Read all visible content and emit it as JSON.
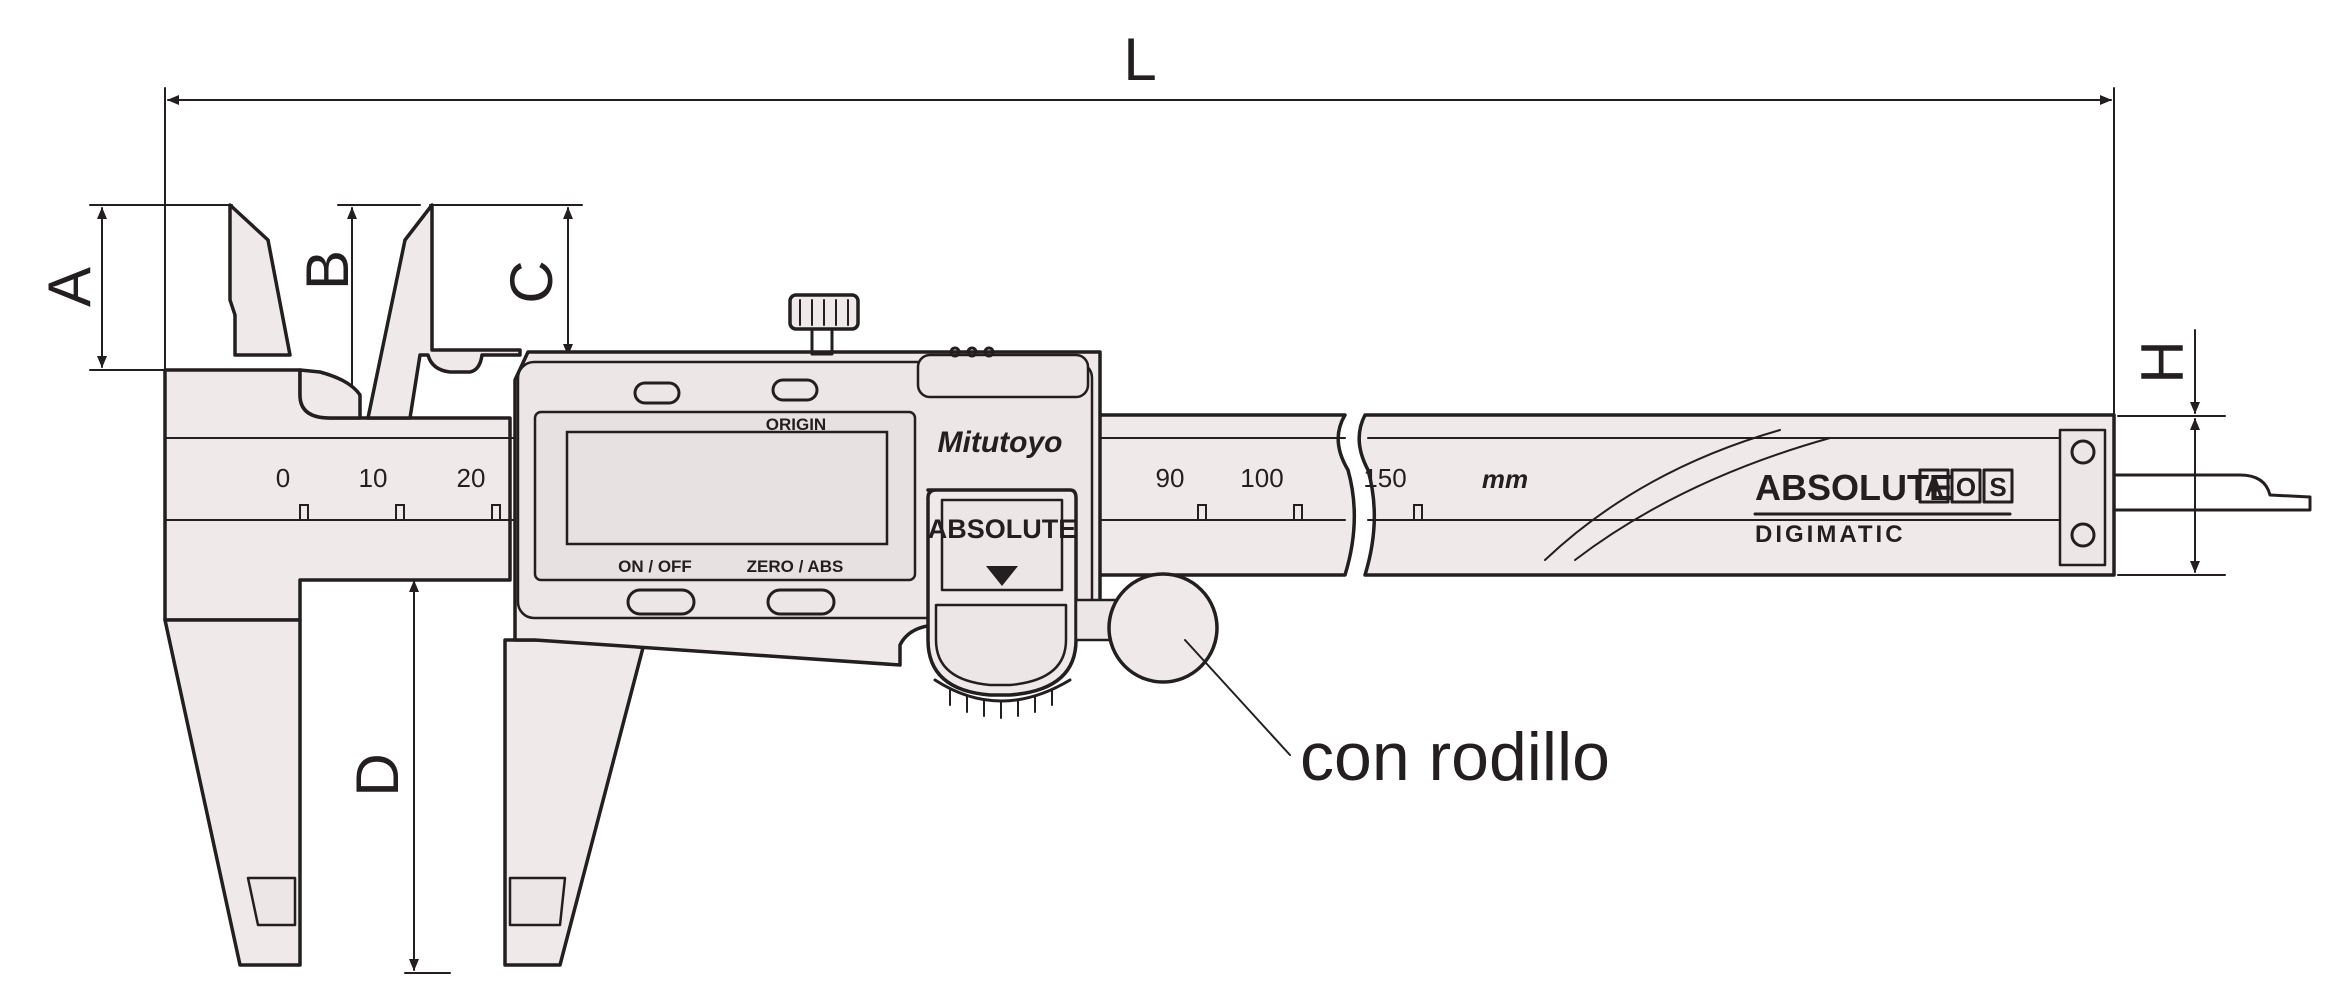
{
  "dimensions": {
    "length": "L",
    "jaw_depth_outside": "A",
    "jaw_depth_inside": "B",
    "depth_head": "C",
    "outside_jaw_length": "D",
    "beam_thickness": "H"
  },
  "scale": {
    "left_ticks": [
      "0",
      "10",
      "20"
    ],
    "right_ticks": [
      "90",
      "100",
      "150"
    ],
    "unit": "mm"
  },
  "display": {
    "origin_label": "ORIGIN",
    "on_off_label": "ON / OFF",
    "zero_abs_label": "ZERO / ABS"
  },
  "branding": {
    "maker": "Mitutoyo",
    "slider_badge": "ABSOLUTE",
    "beam_absolute": "ABSOLUTE",
    "beam_badge_letters": [
      "A",
      "O",
      "S"
    ],
    "beam_digimatic": "DIGIMATIC"
  },
  "callout": {
    "label": "con rodillo"
  }
}
